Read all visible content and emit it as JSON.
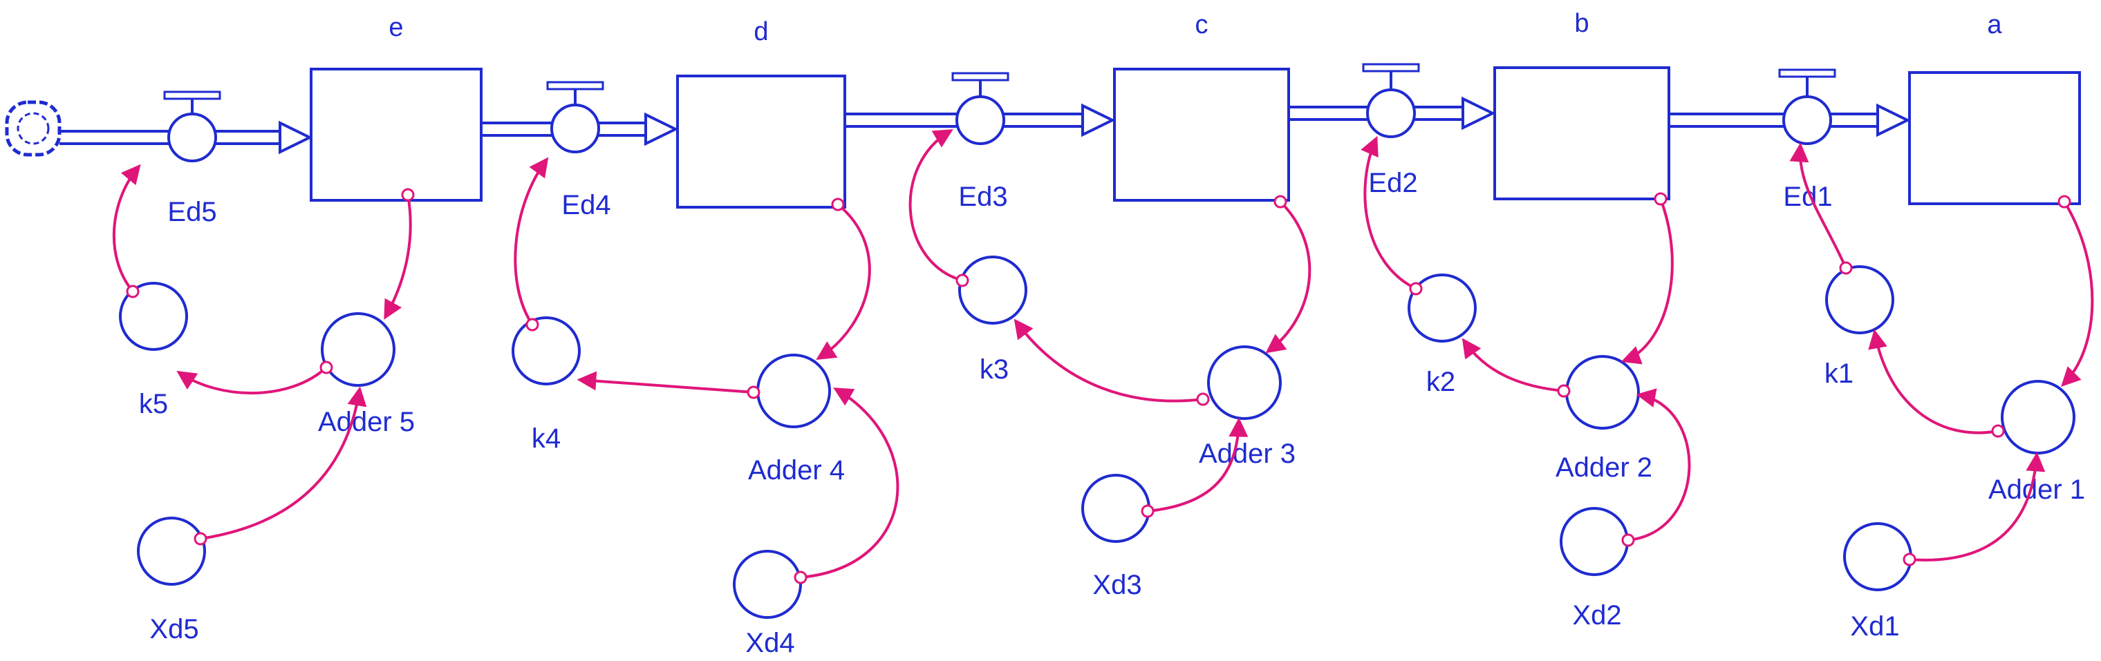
{
  "colors": {
    "stock_flow": "#1f2bd0",
    "link": "#e0157a",
    "background": "#ffffff"
  },
  "source": {
    "icon": "cloud-icon"
  },
  "stocks": [
    {
      "key": "e",
      "label": "e"
    },
    {
      "key": "d",
      "label": "d"
    },
    {
      "key": "c",
      "label": "c"
    },
    {
      "key": "b",
      "label": "b"
    },
    {
      "key": "a",
      "label": "a"
    }
  ],
  "flows": [
    {
      "key": "ed5",
      "label": "Ed5"
    },
    {
      "key": "ed4",
      "label": "Ed4"
    },
    {
      "key": "ed3",
      "label": "Ed3"
    },
    {
      "key": "ed2",
      "label": "Ed2"
    },
    {
      "key": "ed1",
      "label": "Ed1"
    }
  ],
  "constants_k": [
    {
      "key": "k5",
      "label": "k5"
    },
    {
      "key": "k4",
      "label": "k4"
    },
    {
      "key": "k3",
      "label": "k3"
    },
    {
      "key": "k2",
      "label": "k2"
    },
    {
      "key": "k1",
      "label": "k1"
    }
  ],
  "adders": [
    {
      "key": "adder5",
      "label": "Adder 5"
    },
    {
      "key": "adder4",
      "label": "Adder 4"
    },
    {
      "key": "adder3",
      "label": "Adder 3"
    },
    {
      "key": "adder2",
      "label": "Adder 2"
    },
    {
      "key": "adder1",
      "label": "Adder 1"
    }
  ],
  "inputs_xd": [
    {
      "key": "xd5",
      "label": "Xd5"
    },
    {
      "key": "xd4",
      "label": "Xd4"
    },
    {
      "key": "xd3",
      "label": "Xd3"
    },
    {
      "key": "xd2",
      "label": "Xd2"
    },
    {
      "key": "xd1",
      "label": "Xd1"
    }
  ]
}
